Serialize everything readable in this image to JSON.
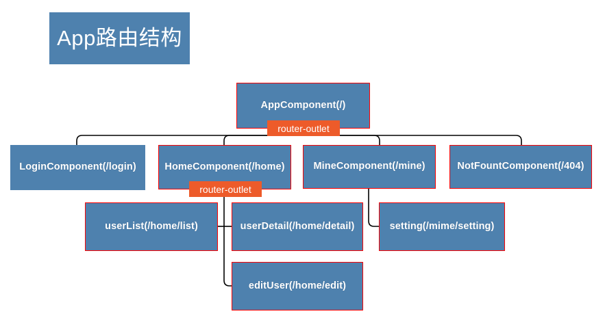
{
  "diagram": {
    "title": "App路由结构",
    "colors": {
      "node_fill": "#4e81ae",
      "node_border": "#ff0000",
      "badge_fill": "#ed5b2a",
      "label_text": "#ffffff",
      "edge_stroke": "#000000",
      "background": "#ffffff"
    },
    "nodes": [
      {
        "id": "app",
        "label": "AppComponent(/)",
        "badge": "router-outlet"
      },
      {
        "id": "login",
        "label": "LoginComponent(/login)",
        "badge": null
      },
      {
        "id": "home",
        "label": "HomeComponent(/home)",
        "badge": "router-outlet"
      },
      {
        "id": "mine",
        "label": "MineComponent(/mine)",
        "badge": null
      },
      {
        "id": "notfound",
        "label": "NotFountComponent(/404)",
        "badge": null
      },
      {
        "id": "userlist",
        "label": "userList(/home/list)",
        "badge": null
      },
      {
        "id": "userdetail",
        "label": "userDetail(/home/detail)",
        "badge": null
      },
      {
        "id": "setting",
        "label": "setting(/mime/setting)",
        "badge": null
      },
      {
        "id": "edituser",
        "label": "editUser(/home/edit)",
        "badge": null
      }
    ]
  }
}
